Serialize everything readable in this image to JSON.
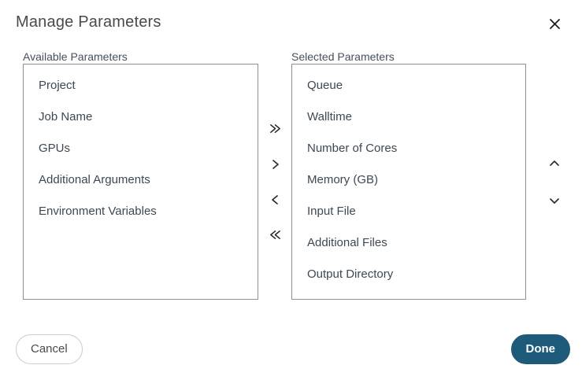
{
  "dialog": {
    "title": "Manage Parameters"
  },
  "available": {
    "label": "Available Parameters",
    "items": [
      "Project",
      "Job Name",
      "GPUs",
      "Additional Arguments",
      "Environment Variables"
    ]
  },
  "selected": {
    "label": "Selected Parameters",
    "items": [
      "Queue",
      "Walltime",
      "Number of Cores",
      "Memory (GB)",
      "Input File",
      "Additional Files",
      "Output Directory"
    ]
  },
  "transfer_buttons": [
    {
      "name": "move-all-right",
      "icon": "chevron-double-right-icon"
    },
    {
      "name": "move-right",
      "icon": "chevron-right-icon"
    },
    {
      "name": "move-left",
      "icon": "chevron-left-icon"
    },
    {
      "name": "move-all-left",
      "icon": "chevron-double-left-icon"
    }
  ],
  "reorder_buttons": [
    {
      "name": "move-up",
      "icon": "chevron-up-icon"
    },
    {
      "name": "move-down",
      "icon": "chevron-down-icon"
    }
  ],
  "close_icon": "x-icon",
  "footer": {
    "cancel_label": "Cancel",
    "done_label": "Done"
  },
  "colors": {
    "accent": "#1e5b7a",
    "box_border": "#8f8f8f",
    "item_text": "#3d4852",
    "label_text": "#44505c",
    "title_text": "#4a4a4a",
    "icon_stroke": "#2b2b2b"
  }
}
